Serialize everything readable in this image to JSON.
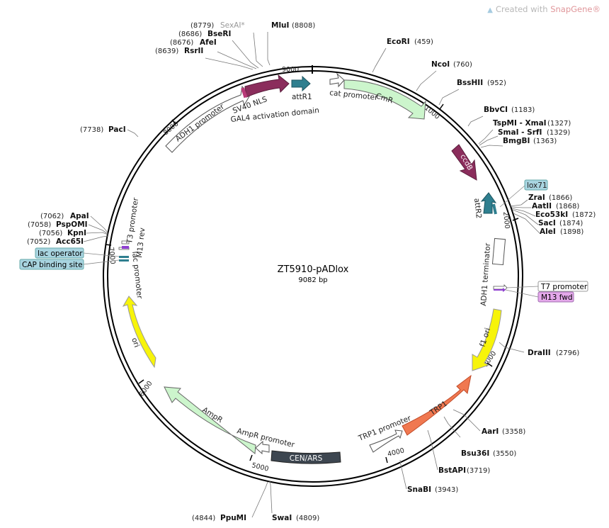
{
  "watermark": {
    "prefix": "Created with",
    "brand": "SnapGene®"
  },
  "plasmid": {
    "name": "ZT5910-pADlox",
    "length": "9082 bp"
  },
  "ticks": [
    "1000",
    "2000",
    "3000",
    "4000",
    "5000",
    "6000",
    "7000",
    "8000",
    "9000"
  ],
  "sites": [
    {
      "id": "mlui",
      "name": "MluI",
      "pos": "(8808)"
    },
    {
      "id": "sexai",
      "name": "SexAI*",
      "pos": "(8779)",
      "gray": true
    },
    {
      "id": "bseri",
      "name": "BseRI",
      "pos": "(8686)"
    },
    {
      "id": "afei",
      "name": "AfeI",
      "pos": "(8676)"
    },
    {
      "id": "rsrii",
      "name": "RsrII",
      "pos": "(8639)"
    },
    {
      "id": "ecori",
      "name": "EcoRI",
      "pos": "(459)"
    },
    {
      "id": "ncoi",
      "name": "NcoI",
      "pos": "(760)"
    },
    {
      "id": "bsshii",
      "name": "BssHII",
      "pos": "(952)"
    },
    {
      "id": "bbvci",
      "name": "BbvCI",
      "pos": "(1183)"
    },
    {
      "id": "tspmi",
      "name": "TspMI - XmaI",
      "pos": "(1327)"
    },
    {
      "id": "smai",
      "name": "SmaI - SrfI",
      "pos": "(1329)"
    },
    {
      "id": "bmgbi",
      "name": "BmgBI",
      "pos": "(1363)"
    },
    {
      "id": "zrai",
      "name": "ZraI",
      "pos": "(1866)"
    },
    {
      "id": "aatii",
      "name": "AatII",
      "pos": "(1868)"
    },
    {
      "id": "eco53ki",
      "name": "Eco53kI",
      "pos": "(1872)"
    },
    {
      "id": "saci",
      "name": "SacI",
      "pos": "(1874)"
    },
    {
      "id": "alei",
      "name": "AleI",
      "pos": "(1898)"
    },
    {
      "id": "draiii",
      "name": "DraIII",
      "pos": "(2796)"
    },
    {
      "id": "aari",
      "name": "AarI",
      "pos": "(3358)"
    },
    {
      "id": "bsu36i",
      "name": "Bsu36I",
      "pos": "(3550)"
    },
    {
      "id": "bstapi",
      "name": "BstAPI",
      "pos": "(3719)"
    },
    {
      "id": "snabi",
      "name": "SnaBI",
      "pos": "(3943)"
    },
    {
      "id": "swai",
      "name": "SwaI",
      "pos": "(4809)"
    },
    {
      "id": "ppumi",
      "name": "PpuMI",
      "pos": "(4844)"
    },
    {
      "id": "pac i",
      "name": "PacI",
      "pos": "(7738)"
    },
    {
      "id": "apai",
      "name": "ApaI",
      "pos": "(7062)"
    },
    {
      "id": "pspomi",
      "name": "PspOMI",
      "pos": "(7058)"
    },
    {
      "id": "kpni",
      "name": "KpnI",
      "pos": "(7056)"
    },
    {
      "id": "acc65i",
      "name": "Acc65I",
      "pos": "(7052)"
    }
  ],
  "features": {
    "cmr": "CmR",
    "cat_promoter": "cat promoter",
    "ccdb": "ccdB",
    "lox71": "lox71",
    "attr2": "attR2",
    "adh1_terminator": "ADH1 terminator",
    "t7_promoter": "T7 promoter",
    "m13_fwd": "M13 fwd",
    "f1_ori": "f1 ori",
    "trp1": "TRP1",
    "trp1_promoter": "TRP1 promoter",
    "cen_ars": "CEN/ARS",
    "ampr_promoter": "AmpR promoter",
    "ampr": "AmpR",
    "ori": "ori",
    "lac_promoter": "lac promoter",
    "lac_operator": "lac operator",
    "cap_binding_site": "CAP binding site",
    "m13_rev": "M13 rev",
    "t3_promoter": "T3 promoter",
    "adh1_promoter": "ADH1 promoter",
    "sv40_nls": "SV40 NLS",
    "gal4_ad": "GAL4 activation domain",
    "attr1": "attR1"
  },
  "colors": {
    "maroon": "#8b2d5c",
    "teal": "#2f7f8f",
    "light_green": "#ccf5cc",
    "yellow": "#f7f40a",
    "orange": "#f07850",
    "dark_slate": "#3d4650",
    "purple": "#8f3fd0",
    "lox_fill": "#a8d4e0",
    "m13_fill": "#e4a8ea"
  }
}
